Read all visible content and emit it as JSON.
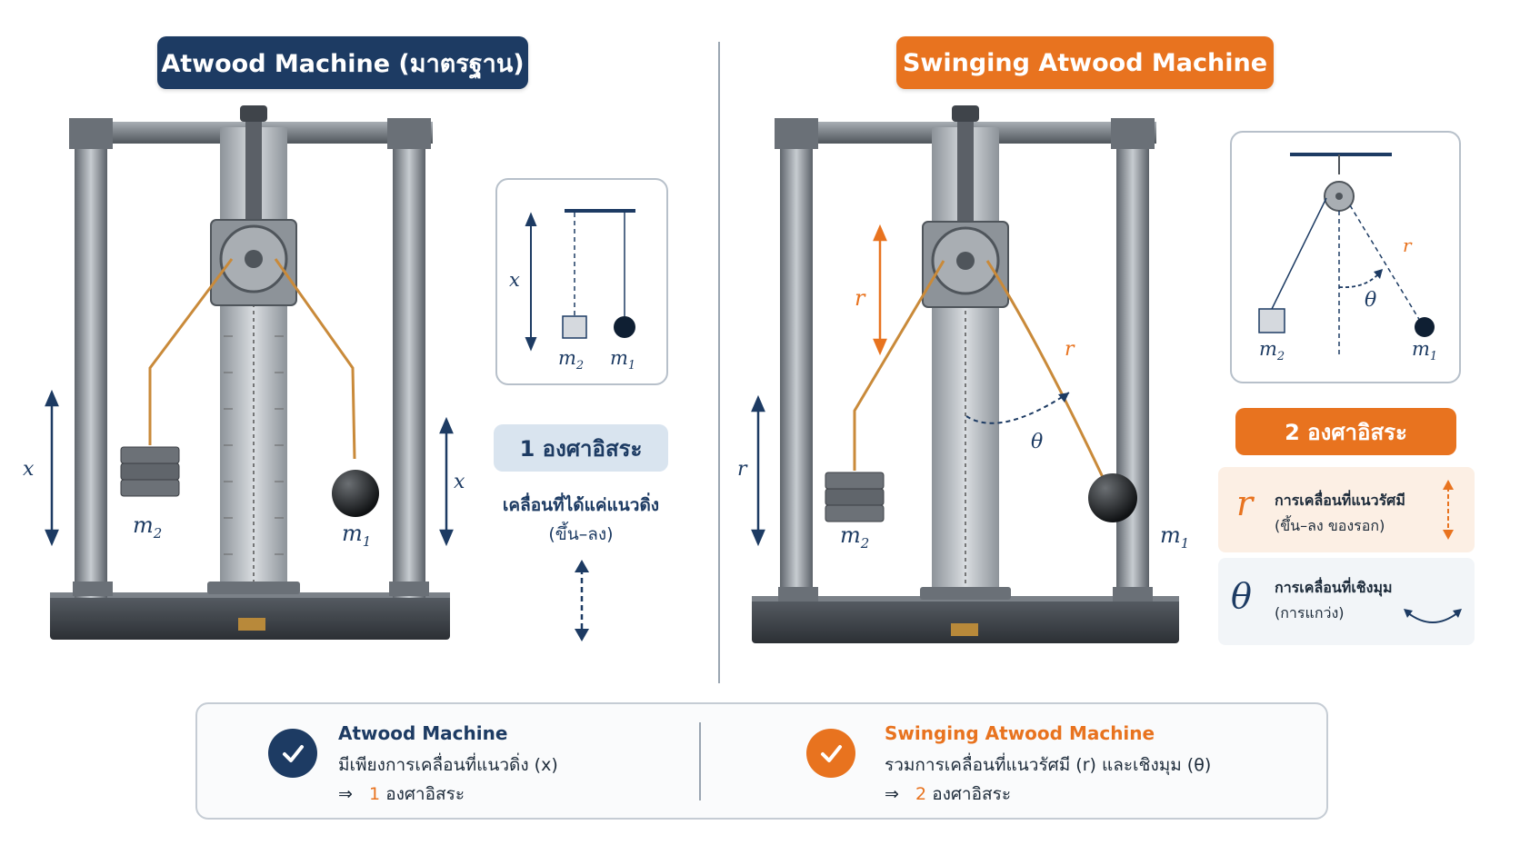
{
  "left": {
    "title": "Atwood Machine (มาตรฐาน)",
    "label_x": "x",
    "label_m2": "m",
    "label_m1": "m",
    "sub_2": "2",
    "sub_1": "1",
    "diagram": {
      "x": "x",
      "m2": "m",
      "m1": "m",
      "sub_2": "2",
      "sub_1": "1"
    },
    "dof": "1 องศาอิสระ",
    "desc_line1": "เคลื่อนที่ได้แค่แนวดิ่ง",
    "desc_line2": "(ขึ้น–ลง)"
  },
  "right": {
    "title": "Swinging Atwood Machine",
    "label_r": "r",
    "label_theta": "θ",
    "label_m2": "m",
    "label_m1": "m",
    "sub_2": "2",
    "sub_1": "1",
    "diagram": {
      "r": "r",
      "theta": "θ",
      "m2": "m",
      "m1": "m",
      "sub_2": "2",
      "sub_1": "1"
    },
    "dof": "2 องศาอิสระ",
    "r_box": {
      "symbol": "r",
      "line1": "การเคลื่อนที่แนวรัศมี",
      "line2": "(ขึ้น–ลง ของรอก)"
    },
    "theta_box": {
      "symbol": "θ",
      "line1": "การเคลื่อนที่เชิงมุม",
      "line2": "(การแกว่ง)"
    }
  },
  "summary": {
    "left_title": "Atwood Machine",
    "left_line1": "มีเพียงการเคลื่อนที่แนวดิ่ง (x)",
    "left_line2_arrow": "⇒",
    "left_line2_num": "1",
    "left_line2_text": "องศาอิสระ",
    "right_title": "Swinging Atwood Machine",
    "right_line1": "รวมการเคลื่อนที่แนวรัศมี (r) และเชิงมุม (θ)",
    "right_line2_arrow": "⇒",
    "right_line2_num": "2",
    "right_line2_text": "องศาอิสระ"
  },
  "colors": {
    "navy": "#1d3b63",
    "orange": "#e8731f",
    "steel": "#8a9097",
    "rope": "#c98a3a"
  },
  "icons": [
    "check-icon",
    "double-arrow-icon",
    "curved-arrow-icon",
    "pulley-icon"
  ]
}
